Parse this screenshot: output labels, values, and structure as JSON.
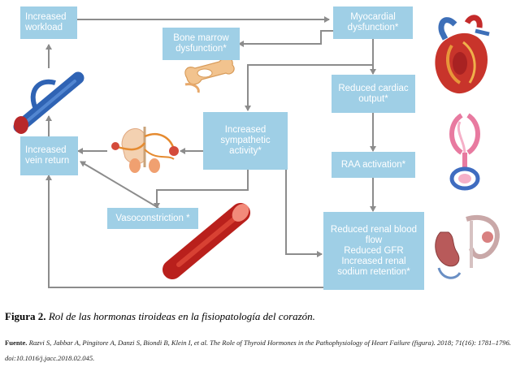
{
  "colors": {
    "box_fill": "#9fcfe6",
    "box_text": "#ffffff",
    "arrow": "#8c8c8c"
  },
  "boxes": {
    "increased_workload": "Increased\nworkload",
    "myocardial_dysfunction": "Myocardial\ndysfunction*",
    "bone_marrow_dysfunction": "Bone marrow\ndysfunction*",
    "reduced_cardiac_output": "Reduced cardiac\noutput*",
    "increased_sympathetic_activity": "Increased\nsympathetic\nactivity*",
    "increased_vein_return": "Increased\nvein return",
    "raa_activation": "RAA activation*",
    "vasoconstriction": "Vasoconstriction *",
    "renal": "Reduced renal blood\nflow\nReduced GFR\nIncreased renal\nsodium retention*"
  },
  "illustrations": [
    "heart-illustration",
    "bone-illustration",
    "vein-illustration",
    "nervous-system-illustration",
    "artery-illustration",
    "renin-illustration",
    "kidney-illustration"
  ],
  "caption": {
    "label": "Figura 2.",
    "text": "Rol de las hormonas tiroideas en la fisiopatología del corazón."
  },
  "source": {
    "label": "Fuente.",
    "text": "Razvi S, Jabbar A, Pingitore A, Danzi S, Biondi B, Klein I, et al. The Role of Thyroid Hormones in the Pathophysiology of Heart Failure (figura). 2018; 71(16): 1781–1796. doi:10.1016/j.jacc.2018.02.045."
  }
}
